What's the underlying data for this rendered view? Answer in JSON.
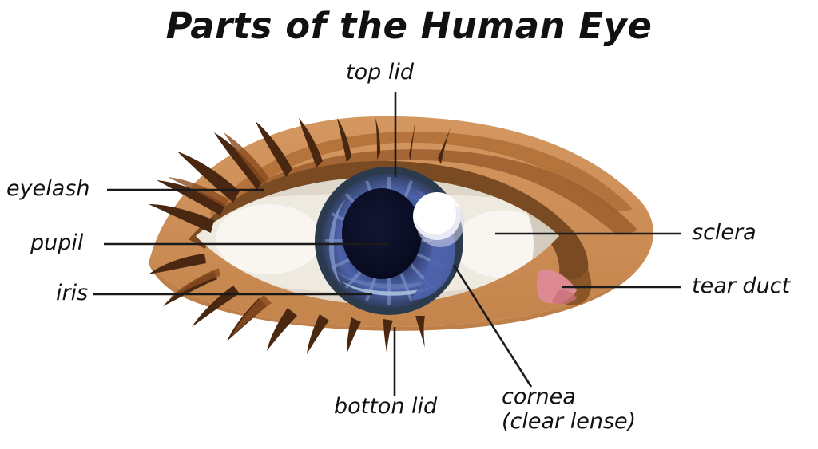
{
  "title": "Parts of the Human Eye",
  "labels": {
    "top_lid": "top lid",
    "eyelash": "eyelash",
    "pupil": "pupil",
    "iris": "iris",
    "sclera": "sclera",
    "tear_duct": "tear duct",
    "botton_lid": "botton lid",
    "cornea_line1": "cornea",
    "cornea_line2": "(clear lense)"
  },
  "colors": {
    "background": "#ffffff",
    "text": "#111111",
    "leader_line": "#1a1a1a",
    "skin_light": "#D2945C",
    "skin_mid": "#C8894F",
    "skin_dark": "#B97D45",
    "crease_dark": "#A9672F",
    "crease_deep": "#8A5428",
    "lash_dark": "#4A2711",
    "lash_mid": "#6B3A18",
    "lash_light": "#8A4C20",
    "sclera": "#EFEAE0",
    "sclera_bright": "#F7F4EE",
    "sclera_shadow": "#CFC6B8",
    "iris_rim": "#2C3A4E",
    "iris_mid": "#4A5EA8",
    "iris_light": "#8FA5D0",
    "iris_pale": "#A9C0DC",
    "pupil": "#0B0E26",
    "highlight": "#FFFFFF",
    "tear_duct": "#DE8A92",
    "tear_duct_dark": "#C9707A"
  },
  "anatomy": {
    "parts": [
      {
        "name": "top lid",
        "description": "upper eyelid skin fold above the eyeball"
      },
      {
        "name": "eyelash",
        "description": "dark tapered hairs along the lid margins"
      },
      {
        "name": "pupil",
        "description": "dark central opening of the iris"
      },
      {
        "name": "iris",
        "description": "blue striated ring surrounding the pupil"
      },
      {
        "name": "sclera",
        "description": "off-white outer coat of the eyeball"
      },
      {
        "name": "tear duct",
        "description": "pink wedge at the inner canthus"
      },
      {
        "name": "botton lid",
        "description": "lower eyelid skin fold below the eyeball"
      },
      {
        "name": "cornea (clear lense)",
        "description": "transparent dome over iris and pupil"
      }
    ]
  }
}
